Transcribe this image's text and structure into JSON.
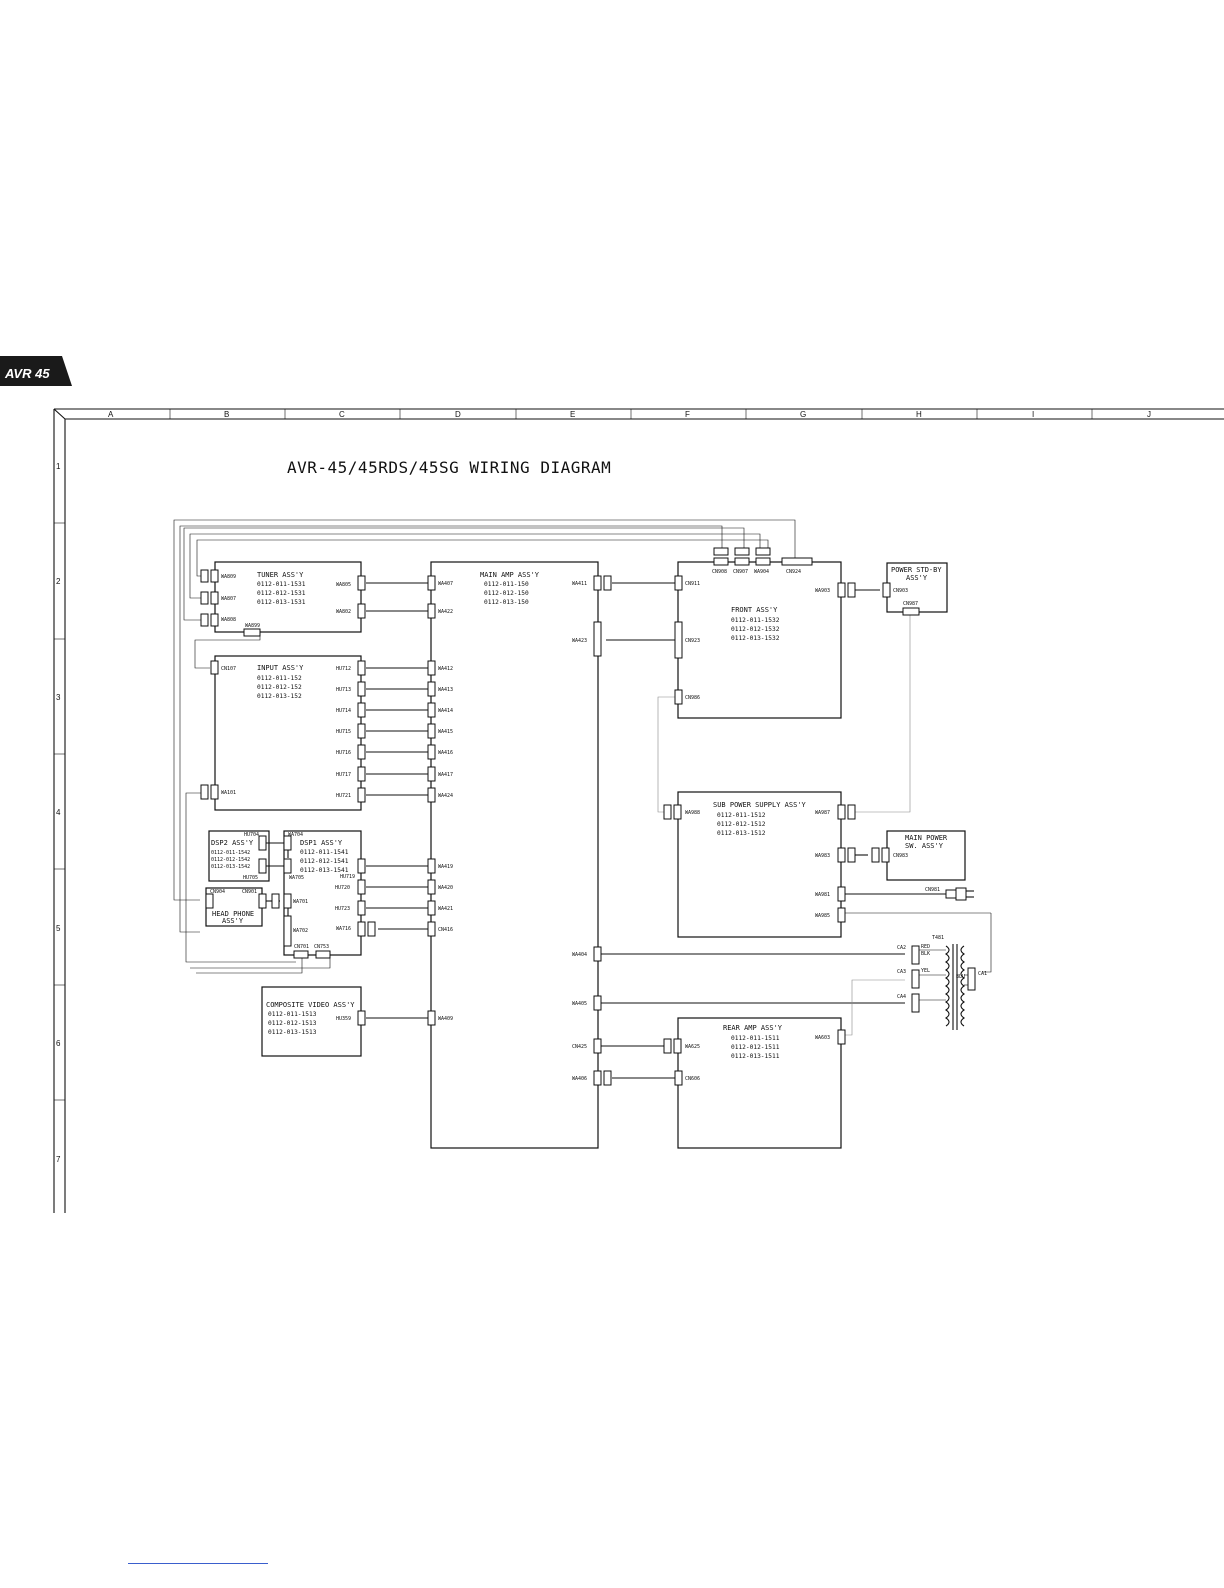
{
  "badge": {
    "model": "AVR 45",
    "bg_color": "#1a1a1a"
  },
  "title": "AVR-45/45RDS/45SG WIRING DIAGRAM",
  "grid": {
    "columns": [
      "A",
      "B",
      "C",
      "D",
      "E",
      "F",
      "G",
      "H",
      "I",
      "J"
    ],
    "rows": [
      "1",
      "2",
      "3",
      "4",
      "5",
      "6",
      "7"
    ]
  },
  "boards": {
    "tuner": {
      "title": "TUNER ASS'Y",
      "parts": [
        "0112-011-1531",
        "0112-012-1531",
        "0112-013-1531"
      ]
    },
    "input": {
      "title": "INPUT ASS'Y",
      "parts": [
        "0112-011-152",
        "0112-012-152",
        "0112-013-152"
      ]
    },
    "dsp2": {
      "title": "DSP2 ASS'Y",
      "parts": [
        "0112-011-1542",
        "0112-012-1542",
        "0112-013-1542"
      ]
    },
    "dsp1": {
      "title": "DSP1 ASS'Y",
      "parts": [
        "0112-011-1541",
        "0112-012-1541",
        "0112-013-1541"
      ]
    },
    "headphone": {
      "title1": "HEAD PHONE",
      "title2": "ASS'Y"
    },
    "composite": {
      "title": "COMPOSITE VIDEO ASS'Y",
      "parts": [
        "0112-011-1513",
        "0112-012-1513",
        "0112-013-1513"
      ]
    },
    "mainamp": {
      "title": "MAIN AMP ASS'Y",
      "parts": [
        "0112-011-150",
        "0112-012-150",
        "0112-013-150"
      ]
    },
    "front": {
      "title": "FRONT ASS'Y",
      "parts": [
        "0112-011-1532",
        "0112-012-1532",
        "0112-013-1532"
      ]
    },
    "powerstd": {
      "title1": "POWER STD-BY",
      "title2": "ASS'Y"
    },
    "subpower": {
      "title": "SUB POWER SUPPLY ASS'Y",
      "parts": [
        "0112-011-1512",
        "0112-012-1512",
        "0112-013-1512"
      ]
    },
    "mainpower": {
      "title1": "MAIN POWER",
      "title2": "SW. ASS'Y"
    },
    "rearamp": {
      "title": "REAR AMP ASS'Y",
      "parts": [
        "0112-011-1511",
        "0112-012-1511",
        "0112-013-1511"
      ]
    }
  },
  "connectors": {
    "wa809": "WA809",
    "wa807": "WA807",
    "wa808": "WA808",
    "wa899": "WA899",
    "wa805": "WA805",
    "wa802": "WA802",
    "cn107": "CN107",
    "wa101": "WA101",
    "hu712": "HU712",
    "hu713": "HU713",
    "hu714": "HU714",
    "hu715": "HU715",
    "hu716": "HU716",
    "hu717": "HU717",
    "hu721": "HU721",
    "hu704": "HU704",
    "wa704": "WA704",
    "hu705": "HU705",
    "wa705": "WA705",
    "hu719": "HU719",
    "hu720": "HU720",
    "hu723": "HU723",
    "cn904": "CN904",
    "cn901": "CN901",
    "wa701": "WA701",
    "wa702": "WA702",
    "wa716": "WA716",
    "cn701": "CN701",
    "cn753": "CN753",
    "hu359": "HU359",
    "wa407": "WA407",
    "wa422": "WA422",
    "wa412": "WA412",
    "wa413": "WA413",
    "wa414": "WA414",
    "wa415": "WA415",
    "wa416": "WA416",
    "wa417": "WA417",
    "wa424": "WA424",
    "wa419": "WA419",
    "wa420": "WA420",
    "wa421": "WA421",
    "cn416": "CN416",
    "wa409": "WA409",
    "wa411": "WA411",
    "wa423": "WA423",
    "wa404": "WA404",
    "wa405": "WA405",
    "cn425": "CN425",
    "wa406": "WA406",
    "cn911": "CN911",
    "cn923": "CN923",
    "cn986": "CN986",
    "cn908": "CN908",
    "cn907": "CN907",
    "wa904": "WA904",
    "cn924": "CN924",
    "wa903": "WA903",
    "cn903": "CN903",
    "cn987": "CN987",
    "wa988": "WA988",
    "wa987": "WA987",
    "wa983": "WA983",
    "wa981": "WA981",
    "wa985": "WA985",
    "cn983": "CN983",
    "cn981": "CN981",
    "wa625": "WA625",
    "cn606": "CN606",
    "wa603": "WA603",
    "ca2": "CA2",
    "ca3": "CA3",
    "ca4": "CA4",
    "ca1": "CA1",
    "t481": "T481",
    "red": "RED",
    "blk": "BLK",
    "yel": "YEL",
    "blu": "BLU"
  }
}
